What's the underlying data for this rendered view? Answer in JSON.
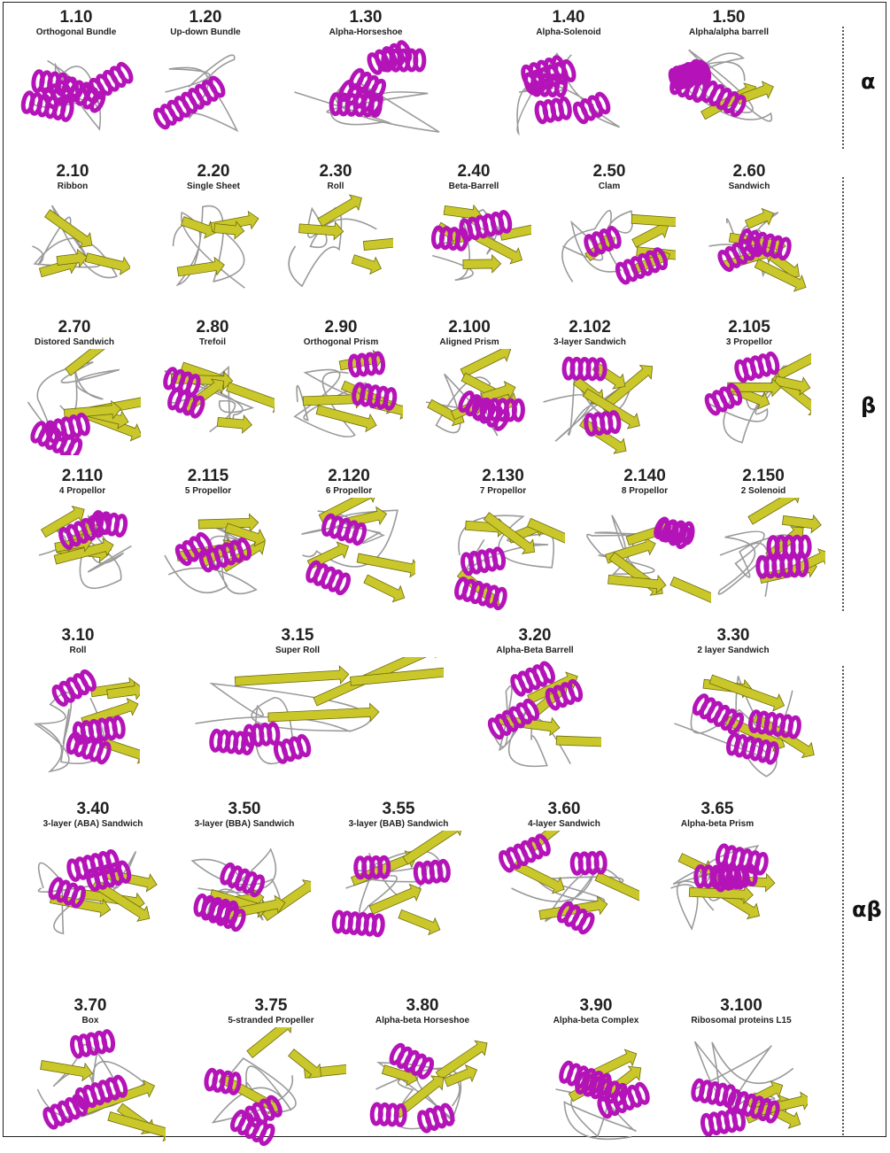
{
  "colors": {
    "helix": "#b413b8",
    "strand": "#c9c72a",
    "loop": "#9a9a9a",
    "text": "#222222"
  },
  "classes": [
    {
      "symbol": "α"
    },
    {
      "symbol": "β"
    },
    {
      "symbol": "αβ"
    }
  ],
  "domains": [
    {
      "code": "1.10",
      "name": "Orthogonal Bundle",
      "kind": "alpha"
    },
    {
      "code": "1.20",
      "name": "Up-down Bundle",
      "kind": "coil"
    },
    {
      "code": "1.30",
      "name": "Alpha-Horseshoe",
      "kind": "alpha"
    },
    {
      "code": "1.40",
      "name": "Alpha-Solenoid",
      "kind": "alpha"
    },
    {
      "code": "1.50",
      "name": "Alpha/alpha barrell",
      "kind": "mixed_alpha"
    },
    {
      "code": "2.10",
      "name": "Ribbon",
      "kind": "beta"
    },
    {
      "code": "2.20",
      "name": "Single Sheet",
      "kind": "beta"
    },
    {
      "code": "2.30",
      "name": "Roll",
      "kind": "beta"
    },
    {
      "code": "2.40",
      "name": "Beta-Barrell",
      "kind": "mixed_beta"
    },
    {
      "code": "2.50",
      "name": "Clam",
      "kind": "mixed_beta"
    },
    {
      "code": "2.60",
      "name": "Sandwich",
      "kind": "mixed_beta"
    },
    {
      "code": "2.70",
      "name": "Distored Sandwich",
      "kind": "mixed_beta"
    },
    {
      "code": "2.80",
      "name": "Trefoil",
      "kind": "mixed_beta"
    },
    {
      "code": "2.90",
      "name": "Orthogonal Prism",
      "kind": "mixed_beta"
    },
    {
      "code": "2.100",
      "name": "Aligned Prism",
      "kind": "mixed_beta"
    },
    {
      "code": "2.102",
      "name": "3-layer Sandwich",
      "kind": "mixed_beta"
    },
    {
      "code": "2.105",
      "name": "3 Propellor",
      "kind": "mixed_beta"
    },
    {
      "code": "2.110",
      "name": "4 Propellor",
      "kind": "mixed_beta"
    },
    {
      "code": "2.115",
      "name": "5 Propellor",
      "kind": "mixed_beta"
    },
    {
      "code": "2.120",
      "name": "6 Propellor",
      "kind": "mixed_beta"
    },
    {
      "code": "2.130",
      "name": "7 Propellor",
      "kind": "mixed_beta"
    },
    {
      "code": "2.140",
      "name": "8 Propellor",
      "kind": "mixed_beta"
    },
    {
      "code": "2.150",
      "name": "2 Solenoid",
      "kind": "mixed_beta"
    },
    {
      "code": "3.10",
      "name": "Roll",
      "kind": "mixed"
    },
    {
      "code": "3.15",
      "name": "Super Roll",
      "kind": "mixed"
    },
    {
      "code": "3.20",
      "name": "Alpha-Beta Barrell",
      "kind": "mixed"
    },
    {
      "code": "3.30",
      "name": "2 layer Sandwich",
      "kind": "mixed"
    },
    {
      "code": "3.40",
      "name": "3-layer (ABA) Sandwich",
      "kind": "mixed"
    },
    {
      "code": "3.50",
      "name": "3-layer (BBA) Sandwich",
      "kind": "mixed"
    },
    {
      "code": "3.55",
      "name": "3-layer (BAB) Sandwich",
      "kind": "mixed"
    },
    {
      "code": "3.60",
      "name": "4-layer Sandwich",
      "kind": "mixed"
    },
    {
      "code": "3.65",
      "name": "Alpha-beta Prism",
      "kind": "mixed"
    },
    {
      "code": "3.70",
      "name": "Box",
      "kind": "mixed"
    },
    {
      "code": "3.75",
      "name": "5-stranded Propeller",
      "kind": "mixed"
    },
    {
      "code": "3.80",
      "name": "Alpha-beta Horseshoe",
      "kind": "mixed"
    },
    {
      "code": "3.90",
      "name": "Alpha-beta Complex",
      "kind": "mixed"
    },
    {
      "code": "3.100",
      "name": "Ribosomal proteins L15",
      "kind": "mixed"
    }
  ]
}
